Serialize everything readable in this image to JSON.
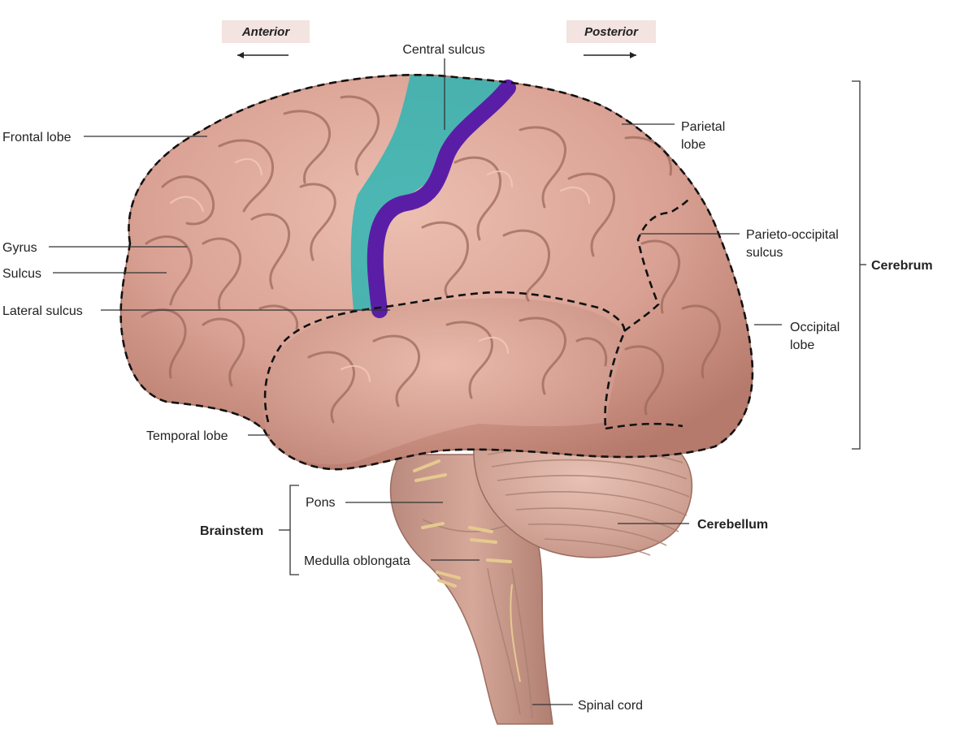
{
  "orientation": {
    "anterior": "Anterior",
    "posterior": "Posterior"
  },
  "labels": {
    "central_sulcus": "Central sulcus",
    "frontal_lobe": "Frontal lobe",
    "parietal_lobe_line1": "Parietal",
    "parietal_lobe_line2": "lobe",
    "gyrus": "Gyrus",
    "sulcus": "Sulcus",
    "lateral_sulcus": "Lateral sulcus",
    "parieto_occipital_line1": "Parieto-occipital",
    "parieto_occipital_line2": "sulcus",
    "occipital_lobe_line1": "Occipital",
    "occipital_lobe_line2": "lobe",
    "cerebrum": "Cerebrum",
    "temporal_lobe": "Temporal lobe",
    "pons": "Pons",
    "brainstem": "Brainstem",
    "medulla_oblongata": "Medulla oblongata",
    "cerebellum": "Cerebellum",
    "spinal_cord": "Spinal cord"
  },
  "colors": {
    "brain_tissue": "#d9a193",
    "brain_shadow": "#b97d6f",
    "primary_motor_highlight": "#1fb5b5",
    "central_sulcus_highlight": "#5a1ea6",
    "orientation_tag_bg": "#f3e3e1",
    "brainstem": "#c99a8c",
    "cerebellum": "#dcb0a3"
  }
}
